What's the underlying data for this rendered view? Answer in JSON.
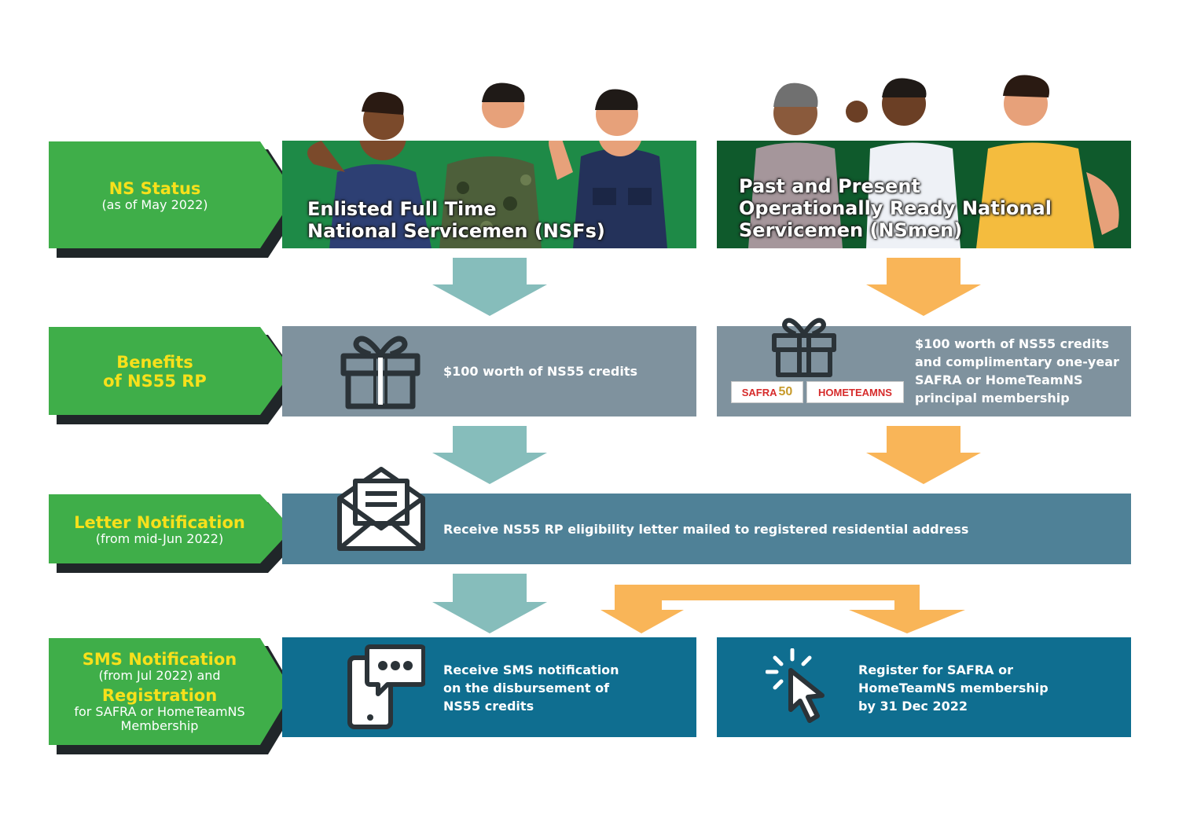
{
  "colors": {
    "label_green": "#3fae49",
    "label_shadow": "#202629",
    "label_title_yellow": "#f7e01b",
    "status_left_green": "#1e8a47",
    "status_right_green": "#0f5a2c",
    "benefit_grey": "#7f929e",
    "letter_blue": "#4f8197",
    "sms_blue": "#0f6e90",
    "arrow_teal": "#86bdbb",
    "arrow_orange": "#f9b558",
    "icon_dark": "#2b3338"
  },
  "rows": {
    "status": {
      "label_title": "NS Status",
      "label_sub": "(as of May 2022)",
      "nsf_line1": "Enlisted Full Time",
      "nsf_line2": "National Servicemen (NSFs)",
      "nsmen_line1": "Past and Present",
      "nsmen_line2": "Operationally Ready National",
      "nsmen_line3": "Servicemen (NSmen)"
    },
    "benefits": {
      "label_line1": "Benefits",
      "label_line2": "of NS55 RP",
      "nsf_text": "$100 worth of NS55 credits",
      "nsmen_line1": "$100 worth of NS55 credits",
      "nsmen_line2": "and complimentary one-year",
      "nsmen_line3": "SAFRA or HomeTeamNS",
      "nsmen_line4": "principal membership",
      "logo_safra": "SAFRA",
      "logo_safra_num": "50",
      "logo_hometeam": "HOMETEAMNS"
    },
    "letter": {
      "label_title": "Letter Notification",
      "label_sub": "(from mid-Jun 2022)",
      "text": "Receive NS55 RP eligibility letter mailed to registered residential address"
    },
    "sms": {
      "label_title1": "SMS Notification",
      "label_sub1": "(from Jul 2022) and",
      "label_title2": "Registration",
      "label_sub2": "for SAFRA or HomeTeamNS",
      "label_sub3": "Membership",
      "left_line1": "Receive SMS notification",
      "left_line2": "on the disbursement of",
      "left_line3": "NS55 credits",
      "right_line1": "Register for SAFRA or",
      "right_line2": "HomeTeamNS membership",
      "right_line3": "by 31 Dec 2022"
    }
  },
  "icons": [
    "gift-icon",
    "envelope-icon",
    "phone-chat-icon",
    "cursor-click-icon"
  ]
}
